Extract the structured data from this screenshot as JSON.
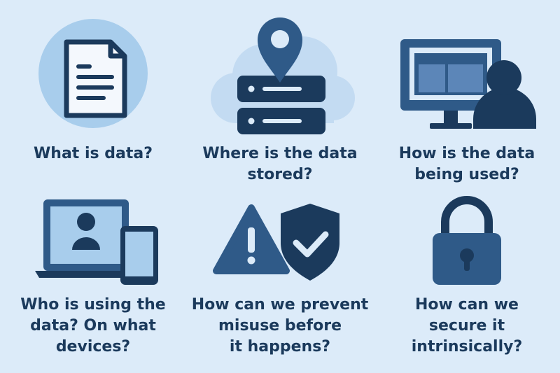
{
  "colors": {
    "background": "#dcebf9",
    "dark_navy": "#1b3a5c",
    "mid_blue": "#2f5a88",
    "light_blue": "#a8cdec",
    "pale_blue": "#c9def3",
    "screen_blue": "#5c86b8"
  },
  "items": [
    {
      "icon": "document-icon",
      "lines": [
        "What is data?"
      ]
    },
    {
      "icon": "cloud-server-location-icon",
      "lines": [
        "Where is the data",
        "stored?"
      ]
    },
    {
      "icon": "monitor-user-icon",
      "lines": [
        "How is the data",
        "being used?"
      ]
    },
    {
      "icon": "laptop-phone-user-icon",
      "lines": [
        "Who is using the",
        "data? On what",
        "devices?"
      ]
    },
    {
      "icon": "warning-shield-icon",
      "lines": [
        "How can we prevent",
        "misuse before",
        "it happens?"
      ]
    },
    {
      "icon": "padlock-icon",
      "lines": [
        "How can we",
        "secure it",
        "intrinsically?"
      ]
    }
  ]
}
